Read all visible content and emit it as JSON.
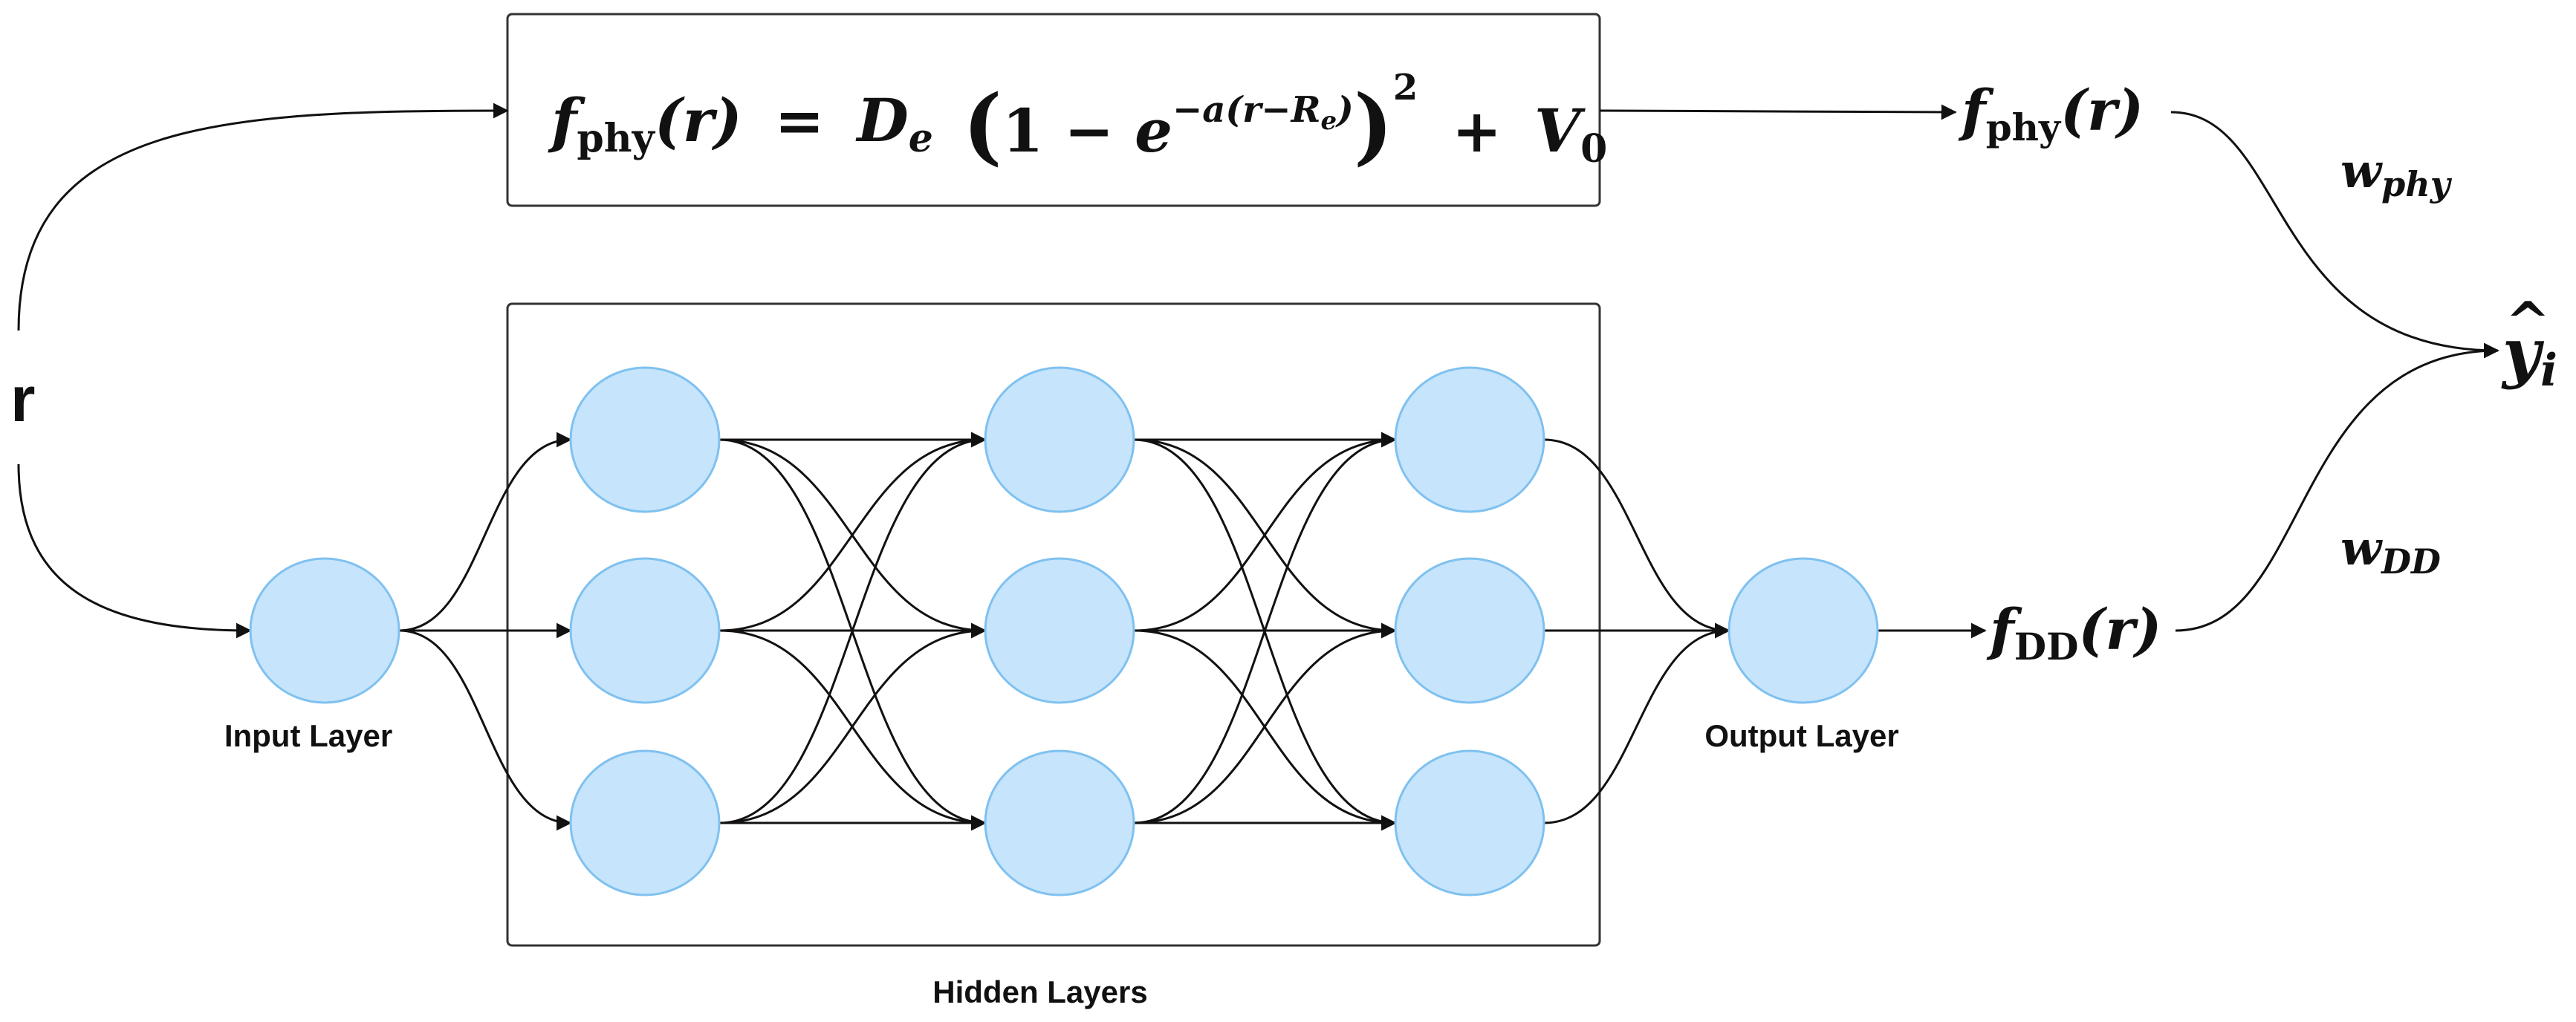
{
  "input_symbol": "r",
  "formula": {
    "lhs_f": "f",
    "lhs_sub": "phy",
    "lhs_arg": "(r)",
    "eq": "=",
    "De_D": "D",
    "De_sub": "e",
    "paren_open": "(",
    "one_minus": "1 − ",
    "e_base": "e",
    "exp_main": "−a(r−R",
    "exp_sub": "e",
    "exp_close": ")",
    "paren_close": ")",
    "square": "2",
    "plus": "+",
    "V_letter": "V",
    "V_sub": "0"
  },
  "phy_output": {
    "f": "f",
    "sub": "phy",
    "arg": "(r)"
  },
  "dd_output": {
    "f": "f",
    "sub": "DD",
    "arg": "(r)"
  },
  "weights": {
    "phy": {
      "w": "w",
      "sub": "phy"
    },
    "dd": {
      "w": "w",
      "sub": "DD"
    }
  },
  "final_output": {
    "y": "y",
    "sub": "i",
    "hat": "^"
  },
  "labels": {
    "input_layer": "Input Layer",
    "output_layer": "Output Layer",
    "hidden_layers": "Hidden Layers"
  },
  "network": {
    "input_nodes": 1,
    "hidden_layers": [
      3,
      3,
      3
    ],
    "output_nodes": 1,
    "node_fill": "#c6e4fb",
    "node_stroke": "#7fc1f0"
  },
  "colors": {
    "line": "#111111",
    "box_border": "#333333",
    "background": "#ffffff"
  }
}
